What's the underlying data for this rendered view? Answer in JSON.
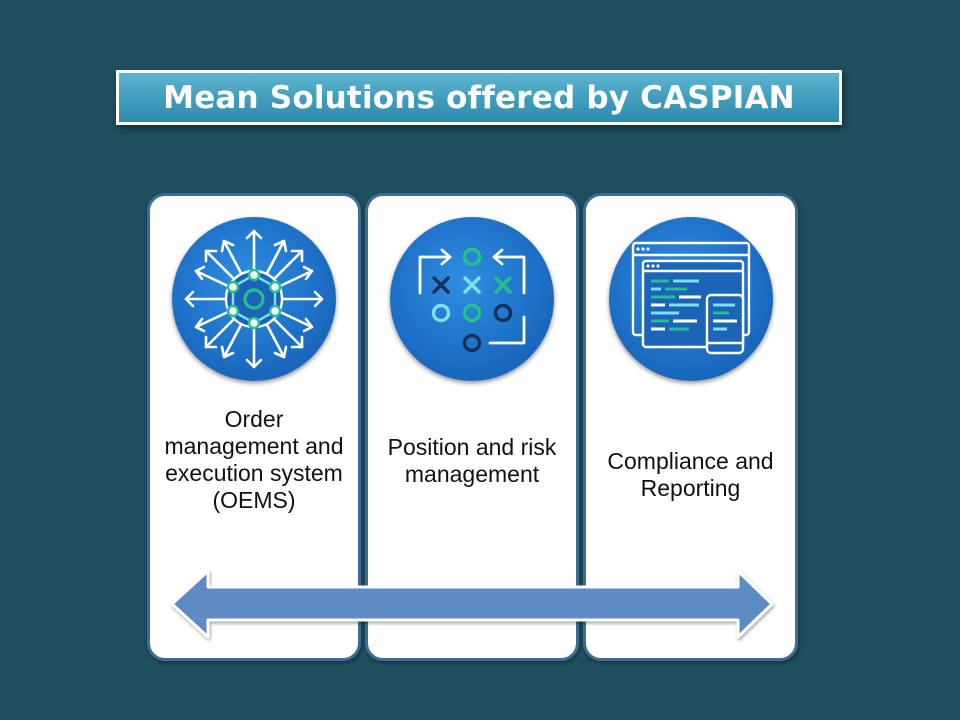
{
  "slide": {
    "title": "Mean Solutions offered by CASPIAN"
  },
  "solutions": [
    {
      "label": "Order management and execution system (OEMS)",
      "icon": "network-arrows-icon"
    },
    {
      "label": "Position and risk management",
      "icon": "strategy-play-icon"
    },
    {
      "label": "Compliance and Reporting",
      "icon": "report-dashboard-icon"
    }
  ],
  "colors": {
    "background": "#1f4e5f",
    "banner": "#3f9cbd",
    "card_border": "#3e6d93",
    "icon_circle": "#1d6fc6",
    "icon_accent_green": "#22c18a",
    "icon_accent_cyan": "#7fe0f0",
    "double_arrow": "#5e8bc4"
  }
}
